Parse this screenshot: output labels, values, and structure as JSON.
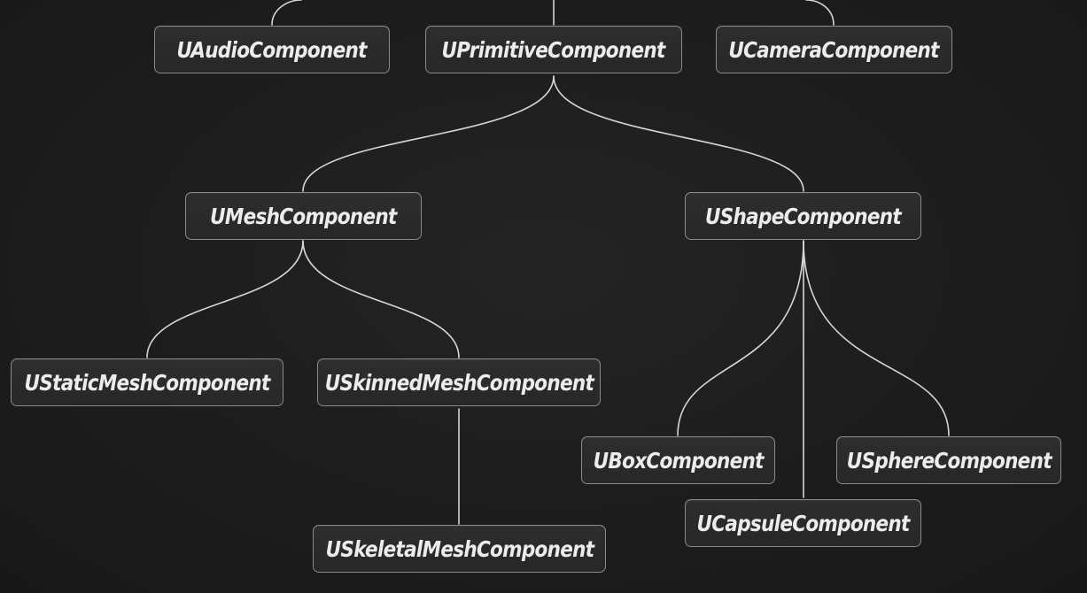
{
  "diagram": {
    "nodes": {
      "audio": "UAudioComponent",
      "primitive": "UPrimitiveComponent",
      "camera": "UCameraComponent",
      "mesh": "UMeshComponent",
      "shape": "UShapeComponent",
      "static_mesh": "UStaticMeshComponent",
      "skinned_mesh": "USkinnedMeshComponent",
      "skeletal_mesh": "USkeletalMeshComponent",
      "box": "UBoxComponent",
      "capsule": "UCapsuleComponent",
      "sphere": "USphereComponent"
    },
    "edges": [
      [
        "primitive",
        "mesh"
      ],
      [
        "primitive",
        "shape"
      ],
      [
        "mesh",
        "static_mesh"
      ],
      [
        "mesh",
        "skinned_mesh"
      ],
      [
        "skinned_mesh",
        "skeletal_mesh"
      ],
      [
        "shape",
        "box"
      ],
      [
        "shape",
        "capsule"
      ],
      [
        "shape",
        "sphere"
      ]
    ],
    "colors": {
      "background": "#1e1e1e",
      "node_fill": "#2b2b2b",
      "node_border": "#8a8a8a",
      "text": "#ececec",
      "connector": "#d6d6d6"
    }
  }
}
